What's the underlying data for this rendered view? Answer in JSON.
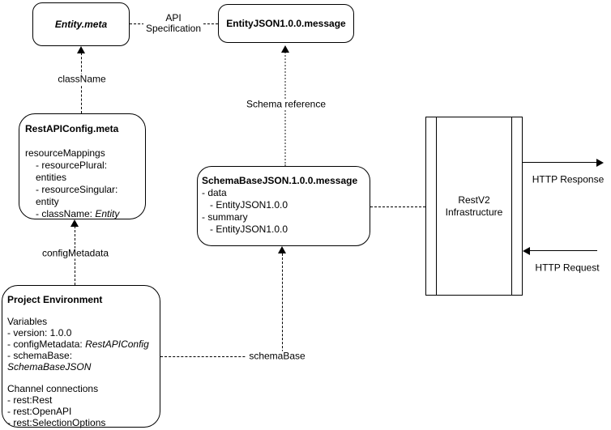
{
  "diagram": {
    "colors": {
      "stroke": "#000000",
      "background": "#ffffff",
      "dotted_edge": "#8c8c8c"
    },
    "nodes": {
      "entity_meta": {
        "title": "Entity.meta"
      },
      "entity_json": {
        "title": "EntityJSON1.0.0.message"
      },
      "rest_api_config": {
        "title": "RestAPIConfig.meta",
        "line1": "resourceMappings",
        "line2": "- resourcePlural: entities",
        "line3": "- resourceSingular: entity",
        "line4_prefix": "- className: ",
        "line4_value": "Entity"
      },
      "schema_base": {
        "title": "SchemaBaseJSON.1.0.0.message",
        "line1": "- data",
        "line2": "- EntityJSON1.0.0",
        "line3": "- summary",
        "line4": "- EntityJSON1.0.0"
      },
      "project_env": {
        "title": "Project Environment",
        "section1": "Variables",
        "var1": "- version: 1.0.0",
        "var2_prefix": "- configMetadata: ",
        "var2_value": "RestAPIConfig",
        "var3_prefix": "- schemaBase: ",
        "var3_value": "SchemaBaseJSON",
        "section2": "Channel connections",
        "ch1": "- rest:Rest",
        "ch2": "- rest:OpenAPI",
        "ch3": "- rest:SelectionOptions"
      },
      "restv2": {
        "line1": "RestV2",
        "line2": "Infrastructure"
      }
    },
    "edges": {
      "api_specification": {
        "label_line1": "API",
        "label_line2": "Specification"
      },
      "class_name": {
        "label": "className"
      },
      "schema_reference": {
        "label": "Schema reference"
      },
      "config_metadata": {
        "label": "configMetadata"
      },
      "schema_base_link": {
        "label": "schemaBase"
      },
      "http_response": {
        "label": "HTTP Response"
      },
      "http_request": {
        "label": "HTTP Request"
      }
    }
  }
}
